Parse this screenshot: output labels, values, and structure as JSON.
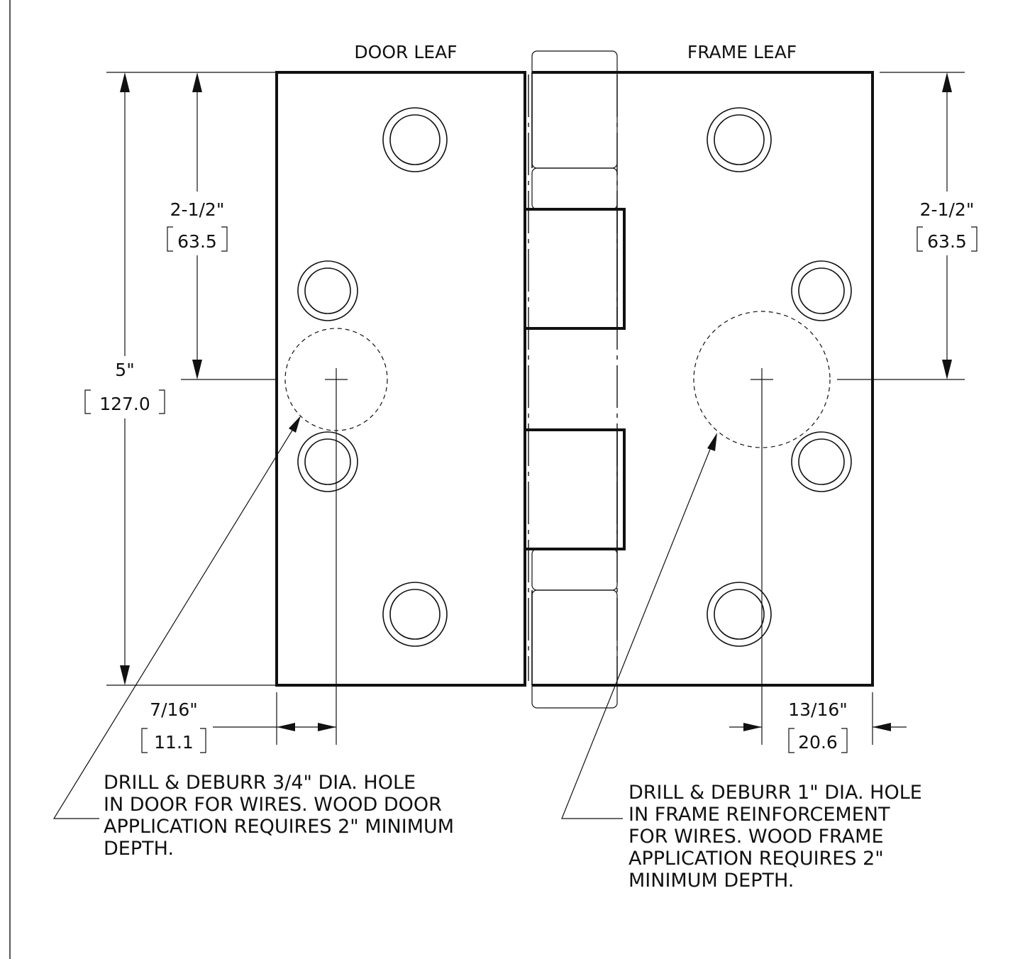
{
  "labels": {
    "door_leaf": "DOOR LEAF",
    "frame_leaf": "FRAME LEAF"
  },
  "dimensions": {
    "overall_height": {
      "imperial": "5\"",
      "metric": "127.0"
    },
    "door_half_height": {
      "imperial": "2-1/2\"",
      "metric": "63.5"
    },
    "frame_half_height": {
      "imperial": "2-1/2\"",
      "metric": "63.5"
    },
    "door_hole_offset": {
      "imperial": "7/16\"",
      "metric": "11.1"
    },
    "frame_hole_offset": {
      "imperial": "13/16\"",
      "metric": "20.6"
    }
  },
  "notes": {
    "door": [
      "DRILL & DEBURR 3/4\" DIA. HOLE",
      "IN DOOR FOR WIRES. WOOD DOOR",
      "APPLICATION REQUIRES 2\" MINIMUM",
      "DEPTH."
    ],
    "frame": [
      "DRILL & DEBURR 1\" DIA. HOLE",
      "IN FRAME REINFORCEMENT",
      "FOR WIRES. WOOD FRAME",
      "APPLICATION REQUIRES 2\"",
      "MINIMUM DEPTH."
    ]
  }
}
